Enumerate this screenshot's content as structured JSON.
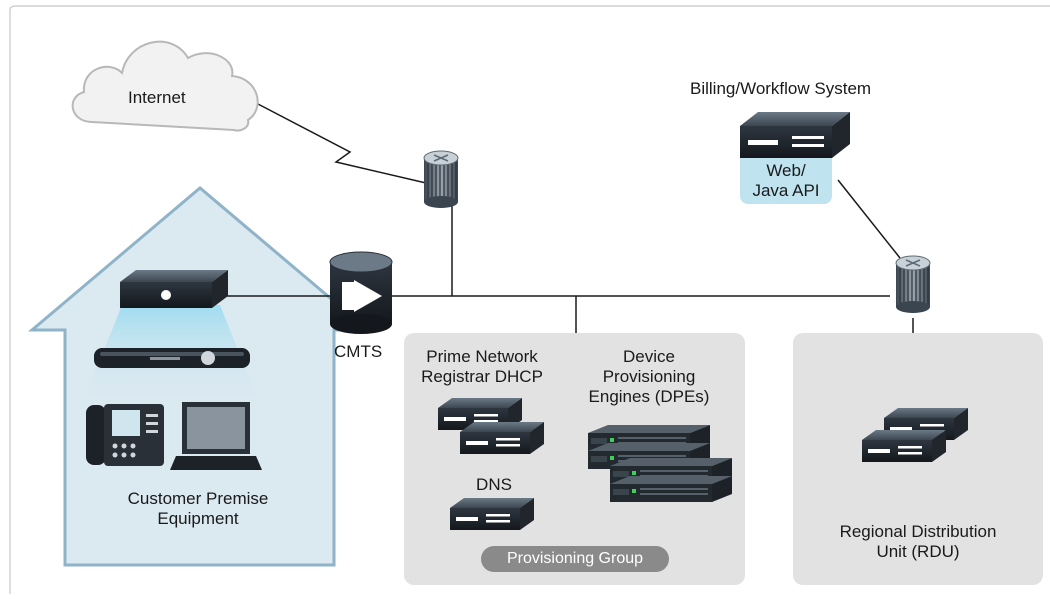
{
  "labels": {
    "internet": "Internet",
    "billing": "Billing/Workflow System",
    "web_api_line1": "Web/",
    "web_api_line2": "Java API",
    "cmts": "CMTS",
    "pnr_line1": "Prime Network",
    "pnr_line2": "Registrar DHCP",
    "dpe_line1": "Device",
    "dpe_line2": "Provisioning",
    "dpe_line3": "Engines (DPEs)",
    "dns": "DNS",
    "provisioning_group": "Provisioning Group",
    "cpe_line1": "Customer Premise",
    "cpe_line2": "Equipment",
    "rdu_line1": "Regional Distribution",
    "rdu_line2": "Unit (RDU)"
  },
  "colors": {
    "house_fill": "#dbe9f1",
    "house_stroke": "#8fb3c8",
    "group_fill": "#e2e2e2",
    "api_fill": "#bfe3ef",
    "pill_fill": "#8a8a8a",
    "line": "#1a1a1a"
  }
}
